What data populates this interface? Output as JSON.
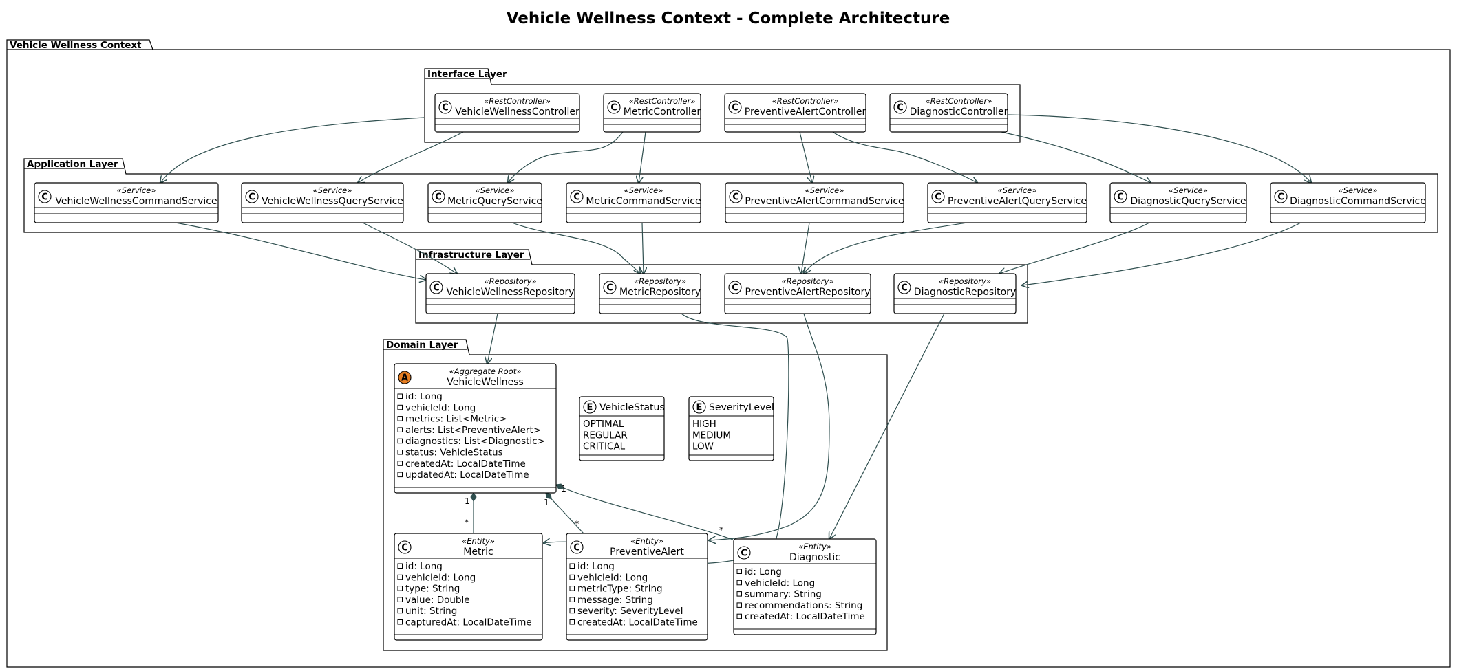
{
  "title": "Vehicle Wellness Context - Complete Architecture",
  "packages": {
    "root": "Vehicle Wellness Context",
    "interface": "Interface Layer",
    "application": "Application Layer",
    "infrastructure": "Infrastructure Layer",
    "domain": "Domain Layer"
  },
  "colors": {
    "edge": "#2f4f4f",
    "border": "#000000",
    "circle_fill": "#ffffff",
    "aggregate_fill": "#e67e22"
  },
  "classes": [
    {
      "id": "vwController",
      "name": "VehicleWellnessController",
      "stereotype": "«RestController»",
      "marker": "C",
      "fields": []
    },
    {
      "id": "metricController",
      "name": "MetricController",
      "stereotype": "«RestController»",
      "marker": "C",
      "fields": []
    },
    {
      "id": "alertController",
      "name": "PreventiveAlertController",
      "stereotype": "«RestController»",
      "marker": "C",
      "fields": []
    },
    {
      "id": "diagController",
      "name": "DiagnosticController",
      "stereotype": "«RestController»",
      "marker": "C",
      "fields": []
    },
    {
      "id": "vwCmdSvc",
      "name": "VehicleWellnessCommandService",
      "stereotype": "«Service»",
      "marker": "C",
      "fields": []
    },
    {
      "id": "vwQrySvc",
      "name": "VehicleWellnessQueryService",
      "stereotype": "«Service»",
      "marker": "C",
      "fields": []
    },
    {
      "id": "metricQrySvc",
      "name": "MetricQueryService",
      "stereotype": "«Service»",
      "marker": "C",
      "fields": []
    },
    {
      "id": "metricCmdSvc",
      "name": "MetricCommandService",
      "stereotype": "«Service»",
      "marker": "C",
      "fields": []
    },
    {
      "id": "alertCmdSvc",
      "name": "PreventiveAlertCommandService",
      "stereotype": "«Service»",
      "marker": "C",
      "fields": []
    },
    {
      "id": "alertQrySvc",
      "name": "PreventiveAlertQueryService",
      "stereotype": "«Service»",
      "marker": "C",
      "fields": []
    },
    {
      "id": "diagQrySvc",
      "name": "DiagnosticQueryService",
      "stereotype": "«Service»",
      "marker": "C",
      "fields": []
    },
    {
      "id": "diagCmdSvc",
      "name": "DiagnosticCommandService",
      "stereotype": "«Service»",
      "marker": "C",
      "fields": []
    },
    {
      "id": "vwRepo",
      "name": "VehicleWellnessRepository",
      "stereotype": "«Repository»",
      "marker": "C",
      "fields": []
    },
    {
      "id": "metricRepo",
      "name": "MetricRepository",
      "stereotype": "«Repository»",
      "marker": "C",
      "fields": []
    },
    {
      "id": "alertRepo",
      "name": "PreventiveAlertRepository",
      "stereotype": "«Repository»",
      "marker": "C",
      "fields": []
    },
    {
      "id": "diagRepo",
      "name": "DiagnosticRepository",
      "stereotype": "«Repository»",
      "marker": "C",
      "fields": []
    },
    {
      "id": "vehicleWellness",
      "name": "VehicleWellness",
      "stereotype": "«Aggregate Root»",
      "marker": "A",
      "fields": [
        "id: Long",
        "vehicleId: Long",
        "metrics: List<Metric>",
        "alerts: List<PreventiveAlert>",
        "diagnostics: List<Diagnostic>",
        "status: VehicleStatus",
        "createdAt: LocalDateTime",
        "updatedAt: LocalDateTime"
      ]
    },
    {
      "id": "vehicleStatus",
      "name": "VehicleStatus",
      "stereotype": "",
      "marker": "E",
      "fields": [
        "OPTIMAL",
        "REGULAR",
        "CRITICAL"
      ]
    },
    {
      "id": "severityLevel",
      "name": "SeverityLevel",
      "stereotype": "",
      "marker": "E",
      "fields": [
        "HIGH",
        "MEDIUM",
        "LOW"
      ]
    },
    {
      "id": "metric",
      "name": "Metric",
      "stereotype": "«Entity»",
      "marker": "C",
      "fields": [
        "id: Long",
        "vehicleId: Long",
        "type: String",
        "value: Double",
        "unit: String",
        "capturedAt: LocalDateTime"
      ]
    },
    {
      "id": "preventiveAlert",
      "name": "PreventiveAlert",
      "stereotype": "«Entity»",
      "marker": "C",
      "fields": [
        "id: Long",
        "vehicleId: Long",
        "metricType: String",
        "message: String",
        "severity: SeverityLevel",
        "createdAt: LocalDateTime"
      ]
    },
    {
      "id": "diagnostic",
      "name": "Diagnostic",
      "stereotype": "«Entity»",
      "marker": "C",
      "fields": [
        "id: Long",
        "vehicleId: Long",
        "summary: String",
        "recommendations: String",
        "createdAt: LocalDateTime"
      ]
    }
  ],
  "edges": [
    {
      "from": "vwController",
      "to": "vwCmdSvc"
    },
    {
      "from": "vwController",
      "to": "vwQrySvc"
    },
    {
      "from": "metricController",
      "to": "metricQrySvc"
    },
    {
      "from": "metricController",
      "to": "metricCmdSvc"
    },
    {
      "from": "alertController",
      "to": "alertCmdSvc"
    },
    {
      "from": "alertController",
      "to": "alertQrySvc"
    },
    {
      "from": "diagController",
      "to": "diagQrySvc"
    },
    {
      "from": "diagController",
      "to": "diagCmdSvc"
    },
    {
      "from": "vwCmdSvc",
      "to": "vwRepo"
    },
    {
      "from": "vwQrySvc",
      "to": "vwRepo"
    },
    {
      "from": "metricQrySvc",
      "to": "metricRepo"
    },
    {
      "from": "metricCmdSvc",
      "to": "metricRepo"
    },
    {
      "from": "alertCmdSvc",
      "to": "alertRepo"
    },
    {
      "from": "alertQrySvc",
      "to": "alertRepo"
    },
    {
      "from": "diagQrySvc",
      "to": "diagRepo"
    },
    {
      "from": "diagCmdSvc",
      "to": "diagRepo"
    },
    {
      "from": "vwRepo",
      "to": "vehicleWellness"
    },
    {
      "from": "metricRepo",
      "to": "metric"
    },
    {
      "from": "alertRepo",
      "to": "preventiveAlert"
    },
    {
      "from": "diagRepo",
      "to": "diagnostic"
    }
  ],
  "compositions": [
    {
      "from": "vehicleWellness",
      "to": "metric",
      "source_multiplicity": "1",
      "target_multiplicity": "*"
    },
    {
      "from": "vehicleWellness",
      "to": "preventiveAlert",
      "source_multiplicity": "1",
      "target_multiplicity": "*"
    },
    {
      "from": "vehicleWellness",
      "to": "diagnostic",
      "source_multiplicity": "1",
      "target_multiplicity": "*"
    }
  ]
}
